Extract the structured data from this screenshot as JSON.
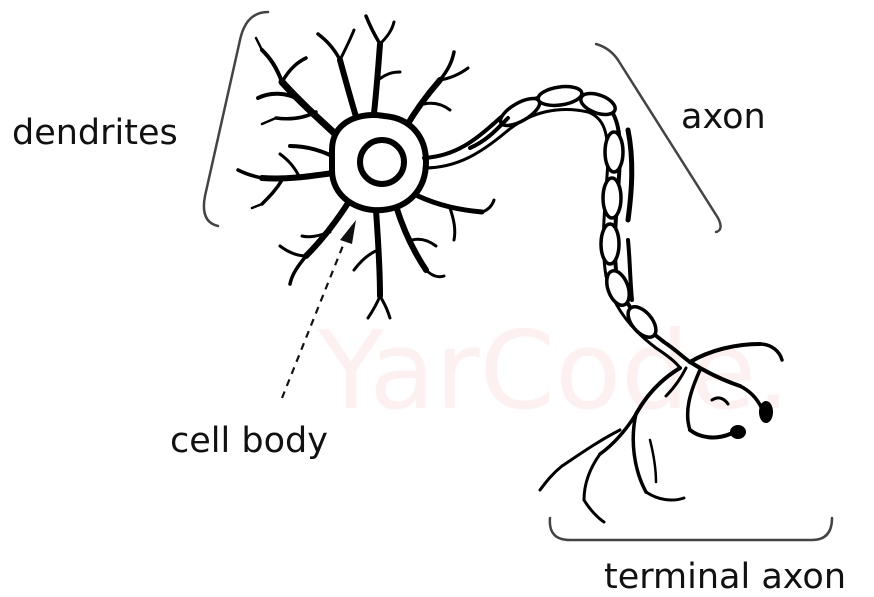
{
  "diagram": {
    "labels": {
      "dendrites": "dendrites",
      "axon": "axon",
      "cell_body": "cell body",
      "terminal_axon": "terminal axon"
    },
    "watermark": "YarCode."
  },
  "colors": {
    "ink": "#111111",
    "bracket": "#444444",
    "watermark": "#e63946"
  }
}
